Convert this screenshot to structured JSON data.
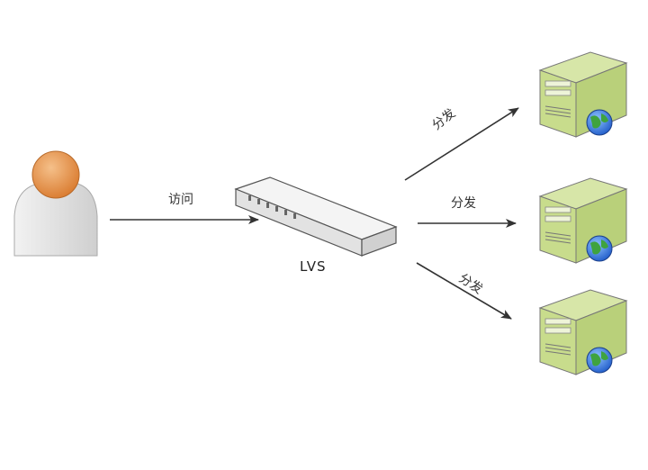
{
  "diagram": {
    "center_node": {
      "label": "LVS"
    },
    "edges": {
      "access": "访问",
      "dispatch_up": "分发",
      "dispatch_mid": "分发",
      "dispatch_down": "分发"
    },
    "servers": 3,
    "colors": {
      "server_green": "#b9d07a",
      "user_head": "#e8944a",
      "arrow": "#333333"
    }
  }
}
